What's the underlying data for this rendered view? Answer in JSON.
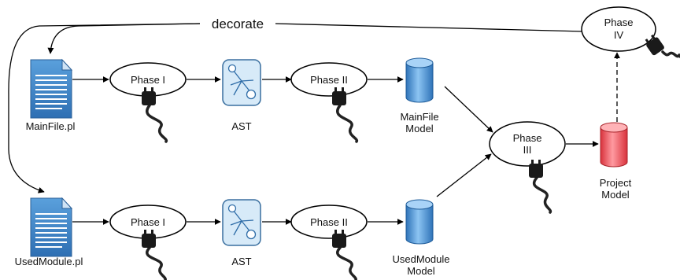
{
  "decorate_label": "decorate",
  "colors": {
    "file_blue": "#3f86c8",
    "ast_blue": "#d7eaf8",
    "model_blue": "#4f97dc",
    "project_red": "#e8464f",
    "line": "#000000",
    "plug": "#222222"
  },
  "top_row": {
    "file_label": "MainFile.pl",
    "phase1_label": "Phase I",
    "ast_label": "AST",
    "phase2_label": "Phase II",
    "model_label_line1": "MainFile",
    "model_label_line2": "Model"
  },
  "bottom_row": {
    "file_label": "UsedModule.pl",
    "phase1_label": "Phase I",
    "ast_label": "AST",
    "phase2_label": "Phase II",
    "model_label_line1": "UsedModule",
    "model_label_line2": "Model"
  },
  "phase3": {
    "line1": "Phase",
    "line2": "III"
  },
  "phase4": {
    "line1": "Phase",
    "line2": "IV"
  },
  "project": {
    "line1": "Project",
    "line2": "Model"
  },
  "icons": [
    "document-icon",
    "ast-tree-icon",
    "database-cylinder-icon",
    "plug-icon"
  ]
}
